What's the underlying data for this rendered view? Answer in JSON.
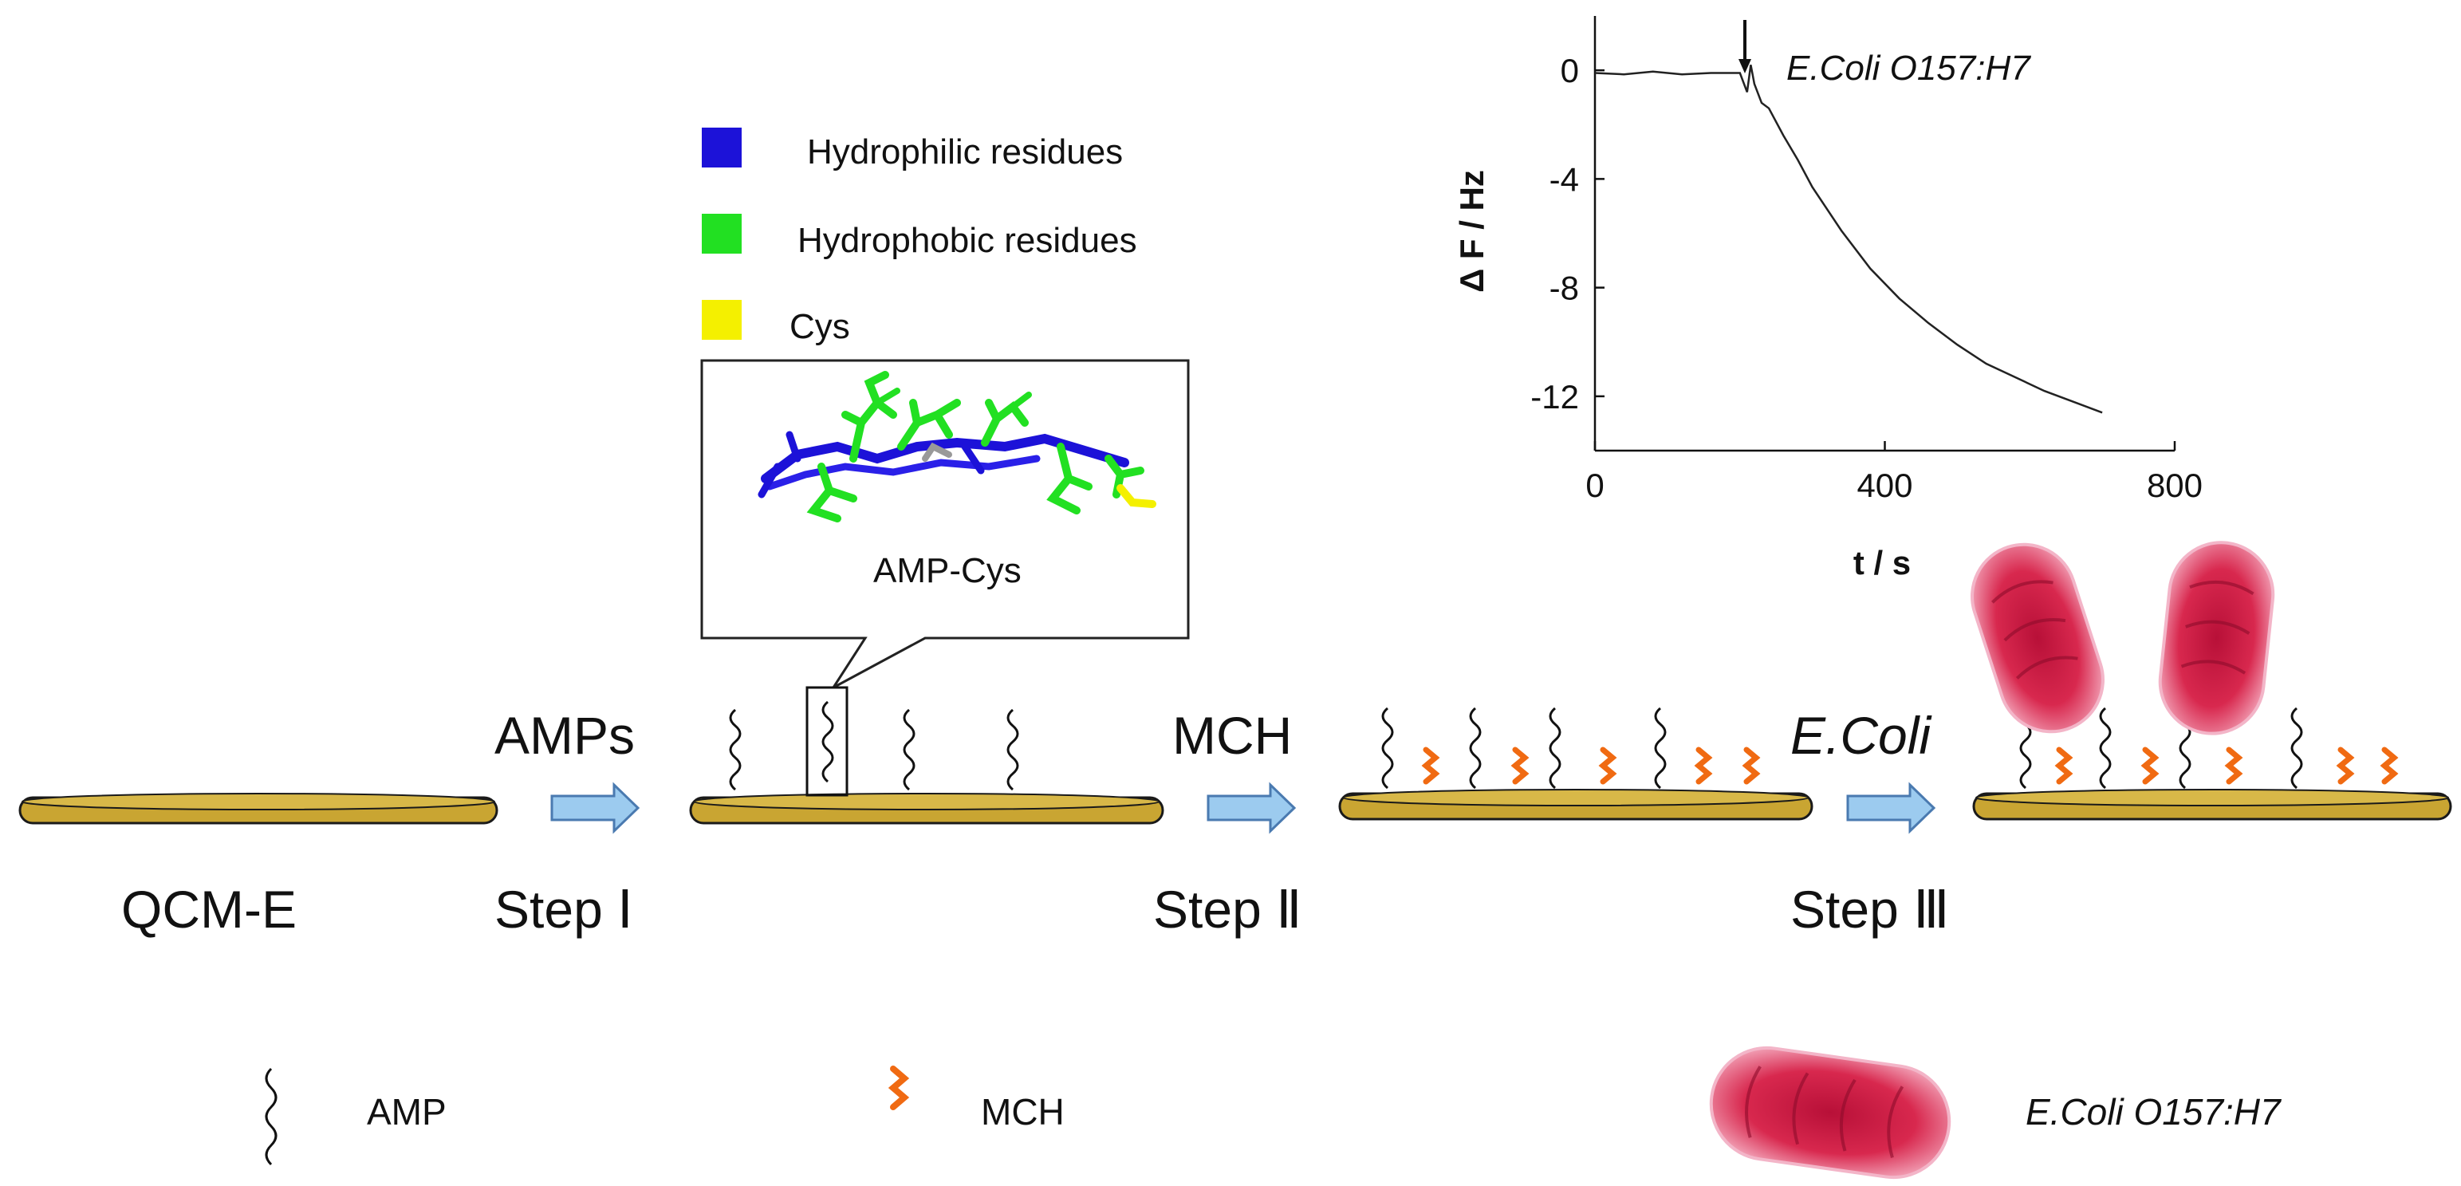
{
  "legend_top": {
    "hydrophilic": {
      "label": "Hydrophilic residues",
      "color": "#1c12d8"
    },
    "hydrophobic": {
      "label": "Hydrophobic residues",
      "color": "#22e022"
    },
    "cys": {
      "label": "Cys",
      "color": "#f4f000"
    }
  },
  "callout": {
    "label": "AMP-Cys"
  },
  "steps": {
    "start_label": "QCM-E",
    "step1": {
      "reagent": "AMPs",
      "label": "Step Ⅰ"
    },
    "step2": {
      "reagent": "MCH",
      "label": "Step Ⅱ"
    },
    "step3": {
      "reagent": "E.Coli",
      "label": "Step Ⅲ"
    }
  },
  "legend_bottom": {
    "amp": "AMP",
    "mch": "MCH",
    "ecoli": "E.Coli O157:H7"
  },
  "colors": {
    "disk_fill": "#c9a532",
    "disk_edge": "#1a1a1a",
    "arrow_fill": "#9ccbef",
    "arrow_edge": "#4a7ab0",
    "mch": "#f06a12",
    "amp": "#111111",
    "bacteria": "#d8284e"
  },
  "chart_data": {
    "type": "line",
    "annotation": "E.Coli O157:H7",
    "annotation_x": 220,
    "xlabel": "t / s",
    "ylabel": "Δ F / Hz",
    "xlim": [
      0,
      800
    ],
    "ylim": [
      -14,
      2
    ],
    "xticks": [
      "0",
      "400",
      "800"
    ],
    "yticks": [
      "0",
      "-4",
      "-8",
      "-12"
    ],
    "series": [
      {
        "x": [
          0,
          40,
          80,
          120,
          160,
          200,
          210,
          215,
          220,
          230,
          240,
          260,
          280,
          300,
          340,
          380,
          420,
          460,
          500,
          540,
          580,
          620,
          660,
          700
        ],
        "y": [
          -0.1,
          -0.15,
          -0.05,
          -0.15,
          -0.1,
          -0.1,
          -0.8,
          0.2,
          -0.5,
          -1.2,
          -1.4,
          -2.4,
          -3.3,
          -4.3,
          -5.9,
          -7.3,
          -8.4,
          -9.3,
          -10.1,
          -10.8,
          -11.3,
          -11.8,
          -12.2,
          -12.6
        ]
      }
    ]
  }
}
